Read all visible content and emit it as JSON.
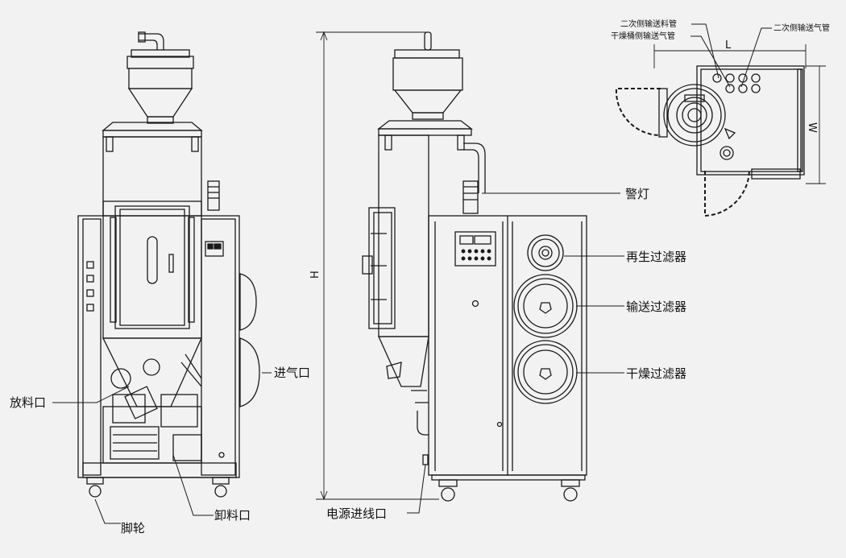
{
  "labels": {
    "fangliaokou": "放料口",
    "jinqikou": "进气口",
    "jiaolun": "脚轮",
    "xieliaokou": "卸料口",
    "jingdeng": "警灯",
    "zaisheng": "再生过滤器",
    "shusong": "输送过滤器",
    "ganzao": "干燥过滤器",
    "dianyuan": "电源进线口",
    "ercice_liaoguan": "二次侧输送料管",
    "ercice_qiguan": "二次侧输送气管",
    "ganzaotong_qiguan": "干燥桶侧输送气管"
  },
  "dimensions": {
    "height": "H",
    "length": "L",
    "width": "W"
  },
  "colors": {
    "background": "#f2f2f2",
    "line": "#1a1a1a",
    "fill_light": "#e6e6e6",
    "fill_dark": "#bdbdbd"
  }
}
